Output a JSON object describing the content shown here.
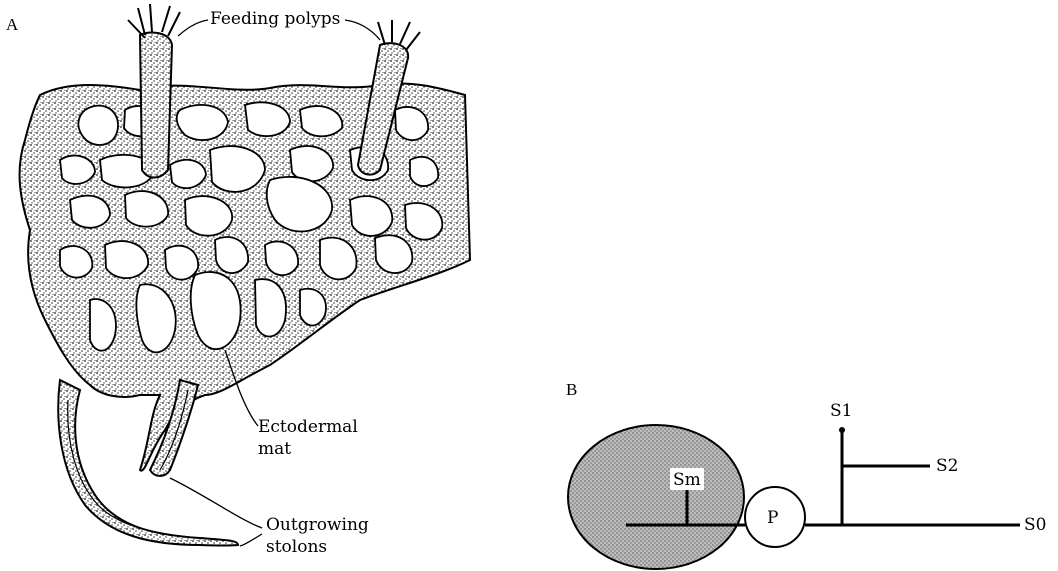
{
  "panel_a": {
    "letter": "A",
    "labels": {
      "feeding_polyps": "Feeding polyps",
      "ectodermal_1": "Ectodermal",
      "ectodermal_2": "mat",
      "stolons_1": "Outgrowing",
      "stolons_2": "stolons"
    }
  },
  "panel_b": {
    "letter": "B",
    "labels": {
      "sm": "Sm",
      "p": "P",
      "s0": "S0",
      "s1": "S1",
      "s2": "S2"
    }
  },
  "colors": {
    "stipple": "#9a9a9a",
    "ink": "#000000",
    "sheet": "#ffffff"
  }
}
